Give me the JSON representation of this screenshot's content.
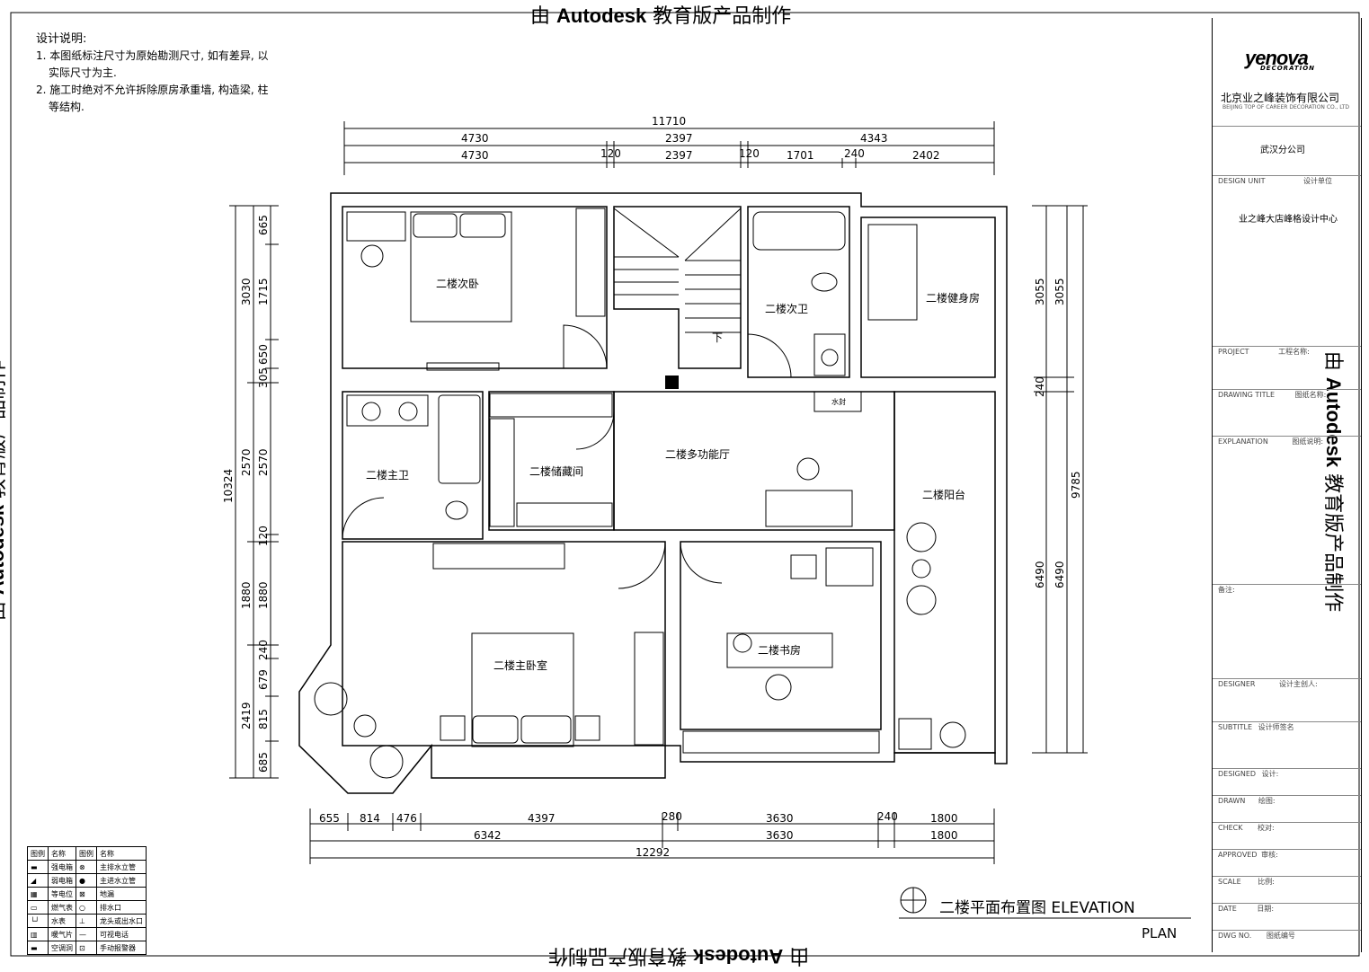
{
  "watermark": {
    "text_prefix": "由 ",
    "text_brand": "Autodesk",
    "text_suffix": " 教育版产品制作"
  },
  "notes": {
    "title": "设计说明:",
    "line1": "1. 本图纸标注尺寸为原始勘测尺寸, 如有差异, 以",
    "line1b": "实际尺寸为主.",
    "line2": "2. 施工时绝对不允许拆除原房承重墙, 构造梁, 柱",
    "line2b": "等结构."
  },
  "dims_top": {
    "total": "11710",
    "row1": [
      "4730",
      "2397",
      "4343"
    ],
    "row2": [
      "4730",
      "120",
      "2397",
      "120",
      "1701",
      "240",
      "2402"
    ]
  },
  "dims_bottom": {
    "row1": [
      "655",
      "814",
      "476",
      "4397",
      "280",
      "3630",
      "240",
      "1800"
    ],
    "row2": [
      "6342",
      "3630",
      "1800"
    ],
    "total": "12292"
  },
  "dims_left": {
    "total": "10324",
    "outer": [
      "3030",
      "2570",
      "1880",
      "2419"
    ],
    "inner": [
      "665",
      "1715",
      "650",
      "305",
      "2570",
      "120",
      "1880",
      "240",
      "679",
      "815",
      "685"
    ]
  },
  "dims_right": {
    "total": "9785",
    "outer": [
      "3055",
      "240",
      "6490"
    ],
    "inner": [
      "3055",
      "6490"
    ]
  },
  "rooms": {
    "secondary_bedroom": "二楼次卧",
    "secondary_bath": "二楼次卫",
    "gym": "二楼健身房",
    "master_bath": "二楼主卫",
    "storage": "二楼储藏间",
    "multi_hall": "二楼多功能厅",
    "balcony": "二楼阳台",
    "master_bedroom": "二楼主卧室",
    "study": "二楼书房",
    "stairs_down": "下",
    "water_heater": "水封"
  },
  "drawing_title": {
    "main": "二楼平面布置图 ELEVATION",
    "sub": "PLAN"
  },
  "title_block": {
    "logo": "yenova",
    "logo_sub": "DECORATION",
    "company": "北京业之峰装饰有限公司",
    "company_en": "BEIJING TOP OF CAREER DECORATION CO., LTD",
    "branch": "武汉分公司",
    "center": "业之峰大店峰格设计中心",
    "rows": [
      {
        "en": "DESIGN UNIT",
        "cn": "设计单位"
      },
      {
        "en": "PROJECT",
        "cn": "工程名称:"
      },
      {
        "en": "DRAWING TITLE",
        "cn": "图纸名称:"
      },
      {
        "en": "EXPLANATION",
        "cn": "图纸说明:"
      },
      {
        "en": "DESIGNER",
        "cn": "设计主创人:"
      },
      {
        "en": "SUBTITLE",
        "cn": "设计师签名"
      },
      {
        "en": "DESIGNED",
        "cn": "设计:"
      },
      {
        "en": "DRAWN",
        "cn": "绘图:"
      },
      {
        "en": "CHECK",
        "cn": "校对:"
      },
      {
        "en": "APPROVED",
        "cn": "审核:"
      },
      {
        "en": "SCALE",
        "cn": "比例:"
      },
      {
        "en": "DATE",
        "cn": "日期:"
      },
      {
        "en": "DWG NO.",
        "cn": "图纸编号"
      }
    ],
    "remark_title": "备注:"
  },
  "legend": {
    "headers": [
      "图例",
      "名称",
      "图例",
      "名称"
    ],
    "rows": [
      [
        "",
        "强电箱",
        "",
        "主排水立管"
      ],
      [
        "",
        "弱电箱",
        "",
        "主进水立管"
      ],
      [
        "",
        "等电位",
        "",
        "地漏"
      ],
      [
        "",
        "燃气表",
        "",
        "排水口"
      ],
      [
        "",
        "水表",
        "",
        "龙头或出水口"
      ],
      [
        "",
        "暖气片",
        "",
        "可视电话"
      ],
      [
        "",
        "空调洞",
        "",
        "手动报警器"
      ]
    ]
  }
}
